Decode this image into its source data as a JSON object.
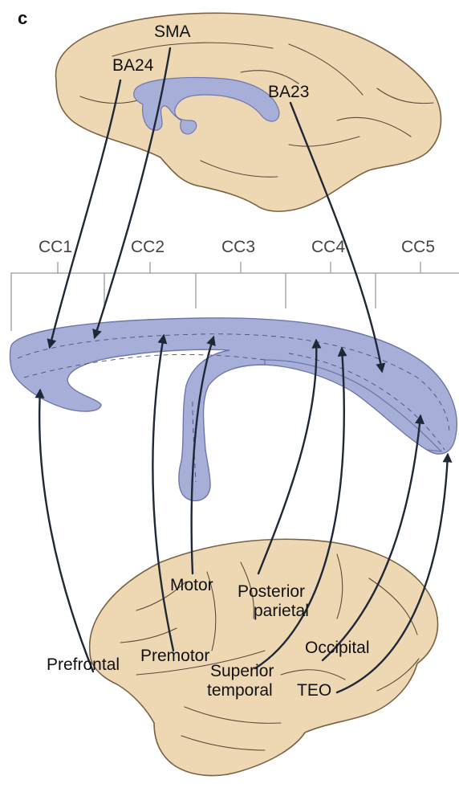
{
  "panel_label": "c",
  "medial_labels": {
    "sma": "SMA",
    "ba24": "BA24",
    "ba23": "BA23"
  },
  "cc_segments": [
    "CC1",
    "CC2",
    "CC3",
    "CC4",
    "CC5"
  ],
  "lateral_labels": {
    "motor": "Motor",
    "posterior_parietal": [
      "Posterior",
      "parietal"
    ],
    "prefrontal": "Prefrontal",
    "premotor": "Premotor",
    "occipital": "Occipital",
    "superior_temporal": [
      "Superior",
      "temporal"
    ],
    "teo": "TEO"
  },
  "colors": {
    "brain_fill": "#eed8b4",
    "brain_outline": "#7a6244",
    "callosum_fill": "#a7afd8",
    "callosum_outline": "#6e76ad",
    "arrow": "#1e2836",
    "bracket": "#9a9a9a"
  }
}
